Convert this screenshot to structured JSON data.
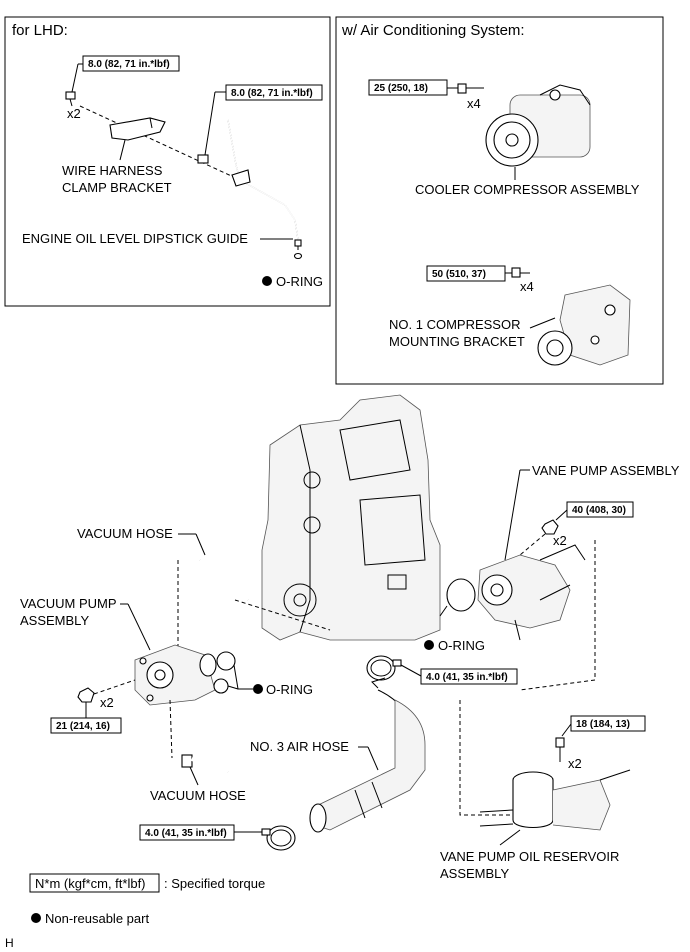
{
  "panels": {
    "lhd": {
      "title": "for LHD:",
      "torque_1": "8.0 (82, 71 in.*lbf)",
      "torque_2": "8.0 (82, 71 in.*lbf)",
      "qty": "x2",
      "wire_harness_1": "WIRE HARNESS",
      "wire_harness_2": "CLAMP BRACKET",
      "dipstick_guide": "ENGINE OIL LEVEL DIPSTICK GUIDE",
      "oring": "O-RING"
    },
    "ac": {
      "title": "w/ Air Conditioning System:",
      "torque_compressor": "25 (250, 18)",
      "qty_compressor": "x4",
      "compressor": "COOLER COMPRESSOR ASSEMBLY",
      "torque_bracket": "50 (510, 37)",
      "qty_bracket": "x4",
      "bracket_1": "NO. 1 COMPRESSOR",
      "bracket_2": "MOUNTING BRACKET"
    }
  },
  "main": {
    "vane_pump": "VANE PUMP ASSEMBLY",
    "torque_vane": "40 (408, 30)",
    "qty_vane": "x2",
    "vacuum_hose_top": "VACUUM HOSE",
    "vacuum_pump_1": "VACUUM PUMP",
    "vacuum_pump_2": "ASSEMBLY",
    "oring_right": "O-RING",
    "torque_clamp_top": "4.0 (41, 35 in.*lbf)",
    "oring_left": "O-RING",
    "qty_vacuum": "x2",
    "torque_vacuum": "21 (214, 16)",
    "air_hose": "NO. 3 AIR HOSE",
    "torque_reservoir": "18 (184, 13)",
    "qty_reservoir": "x2",
    "vacuum_hose_bottom": "VACUUM HOSE",
    "torque_clamp_bottom": "4.0 (41, 35 in.*lbf)",
    "reservoir_1": "VANE PUMP OIL RESERVOIR",
    "reservoir_2": "ASSEMBLY"
  },
  "legend": {
    "torque_box": "N*m (kgf*cm, ft*lbf)",
    "torque_text": ": Specified torque",
    "nonreusable": "Non-reusable part"
  },
  "corner_code": "H"
}
